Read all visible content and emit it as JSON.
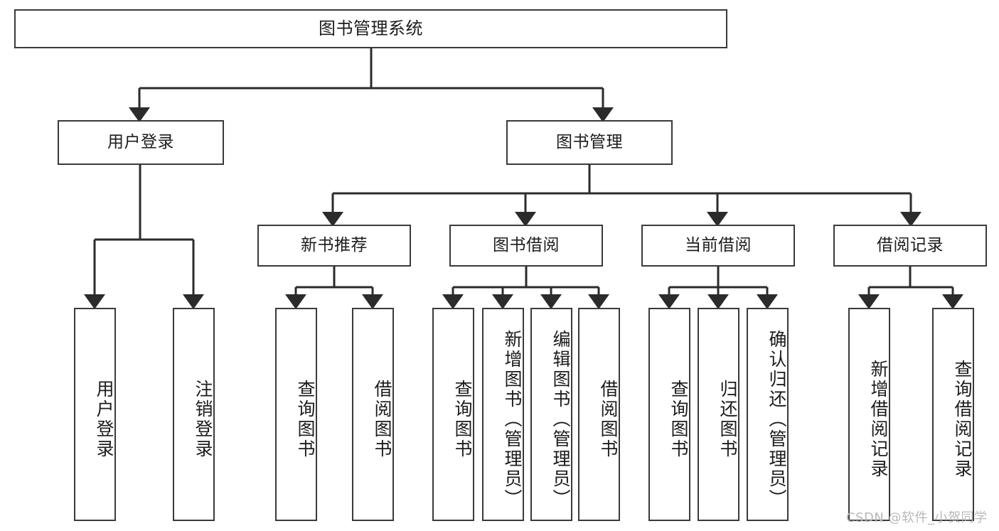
{
  "diagram": {
    "title": "图书管理系统",
    "type": "tree-hierarchy",
    "root": {
      "label": "图书管理系统"
    },
    "level2": [
      {
        "label": "用户登录"
      },
      {
        "label": "图书管理"
      }
    ],
    "level3": [
      {
        "label": "新书推荐"
      },
      {
        "label": "图书借阅"
      },
      {
        "label": "当前借阅"
      },
      {
        "label": "借阅记录"
      }
    ],
    "leaves": {
      "user_login": [
        {
          "label": "用户登录"
        },
        {
          "label": "注销登录"
        }
      ],
      "new_book_recommend": [
        {
          "label": "查询图书"
        },
        {
          "label": "借阅图书"
        }
      ],
      "book_borrow": [
        {
          "label": "查询图书"
        },
        {
          "label": "新增图书（管理员）"
        },
        {
          "label": "编辑图书（管理员）"
        },
        {
          "label": "借阅图书"
        }
      ],
      "current_borrow": [
        {
          "label": "查询图书"
        },
        {
          "label": "归还图书"
        },
        {
          "label": "确认归还（管理员）"
        }
      ],
      "borrow_record": [
        {
          "label": "新增借阅记录"
        },
        {
          "label": "查询借阅记录"
        }
      ]
    }
  },
  "watermark": {
    "text": "CSDN @软件_小贺同学"
  },
  "colors": {
    "box_border": "#3a3a3a",
    "text": "#1c1c1c",
    "background": "#ffffff",
    "watermark": "#b9b9b9"
  }
}
